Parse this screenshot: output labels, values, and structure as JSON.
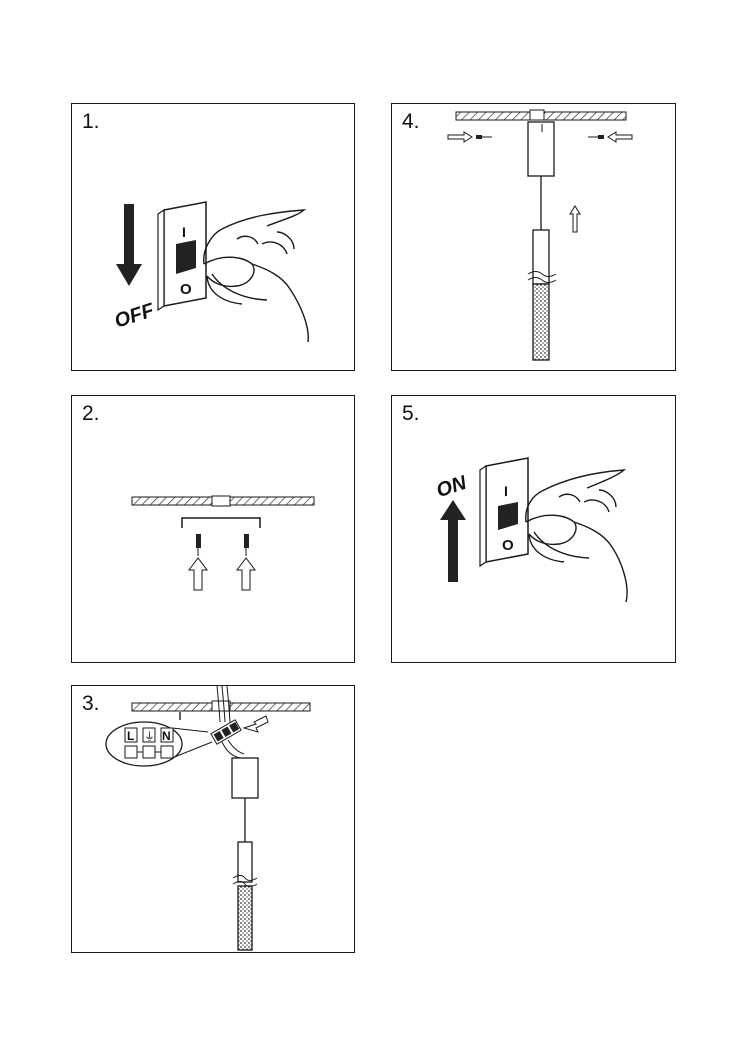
{
  "steps": [
    {
      "number": "1.",
      "label": "OFF",
      "switch_on": "I",
      "switch_off": "O"
    },
    {
      "number": "2."
    },
    {
      "number": "3.",
      "terminal_live": "L",
      "terminal_earth": "⏚",
      "terminal_neutral": "N"
    },
    {
      "number": "4."
    },
    {
      "number": "5.",
      "label": "ON",
      "switch_on": "I",
      "switch_off": "O"
    }
  ],
  "colors": {
    "line": "#1a1a1a",
    "hatch": "#555555",
    "fill_dark": "#222222"
  }
}
